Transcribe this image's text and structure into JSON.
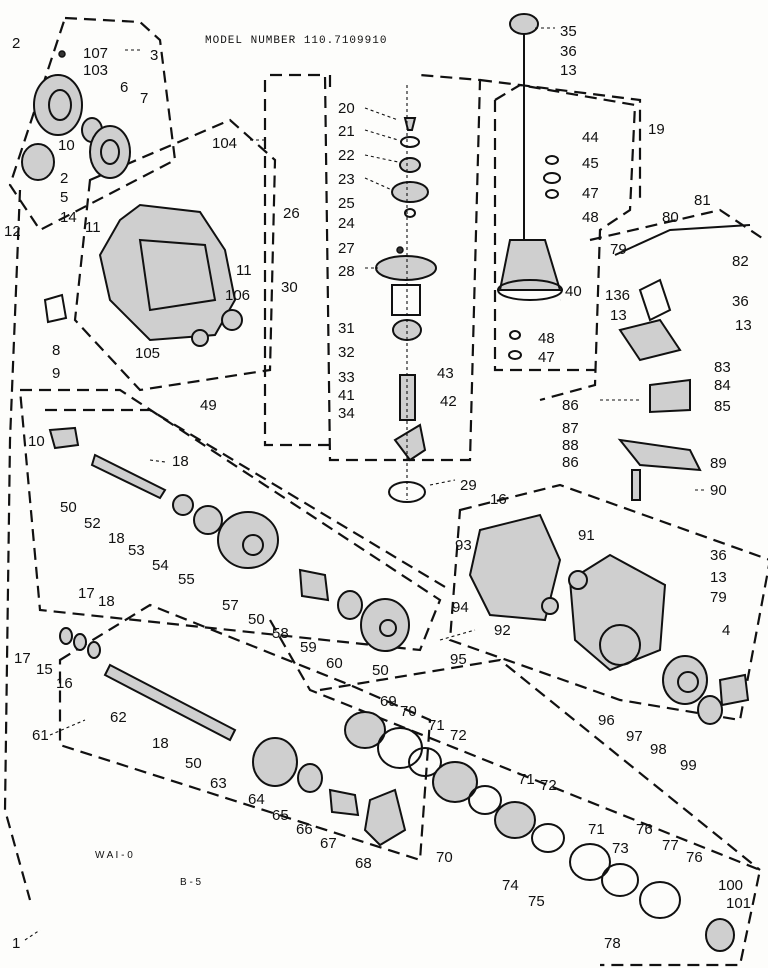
{
  "model_number": "MODEL NUMBER 110.7109910",
  "footer_code": "W A I - 0",
  "footer_page": "B - 5",
  "parts": {
    "p2a": "2",
    "p107": "107",
    "p3": "3",
    "p103": "103",
    "p6": "6",
    "p7": "7",
    "p10a": "10",
    "p2b": "2",
    "p5": "5",
    "p14": "14",
    "p12": "12",
    "p11a": "11",
    "p11b": "11",
    "p106": "106",
    "p105": "105",
    "p8": "8",
    "p9": "9",
    "p104": "104",
    "p26": "26",
    "p30": "30",
    "p20": "20",
    "p21": "21",
    "p22": "22",
    "p23": "23",
    "p25": "25",
    "p24": "24",
    "p27": "27",
    "p28": "28",
    "p31": "31",
    "p32": "32",
    "p33": "33",
    "p41": "41",
    "p34": "34",
    "p43": "43",
    "p42": "42",
    "p29": "29",
    "p35": "35",
    "p36a": "36",
    "p13a": "13",
    "p19": "19",
    "p44": "44",
    "p45": "45",
    "p47a": "47",
    "p48a": "48",
    "p40": "40",
    "p48b": "48",
    "p47b": "47",
    "p81": "81",
    "p80": "80",
    "p79a": "79",
    "p82": "82",
    "p136": "136",
    "p36b": "36",
    "p13b": "13",
    "p13c": "13",
    "p83": "83",
    "p84": "84",
    "p86a": "86",
    "p85": "85",
    "p87": "87",
    "p88": "88",
    "p86b": "86",
    "p89": "89",
    "p90": "90",
    "p49": "49",
    "p10b": "10",
    "p18a": "18",
    "p50a": "50",
    "p52": "52",
    "p18b": "18",
    "p53": "53",
    "p54": "54",
    "p55": "55",
    "p57": "57",
    "p50b": "50",
    "p58": "58",
    "p59": "59",
    "p60": "60",
    "p50c": "50",
    "p16a": "16",
    "p93": "93",
    "p91": "91",
    "p36c": "36",
    "p13d": "13",
    "p79b": "79",
    "p94": "94",
    "p92": "92",
    "p95": "95",
    "p4": "4",
    "p96": "96",
    "p97": "97",
    "p98": "98",
    "p99": "99",
    "p17a": "17",
    "p18c": "18",
    "p17b": "17",
    "p15": "15",
    "p16b": "16",
    "p61": "61",
    "p62": "62",
    "p18d": "18",
    "p50d": "50",
    "p63": "63",
    "p64": "64",
    "p65": "65",
    "p66": "66",
    "p67": "67",
    "p68": "68",
    "p69": "69",
    "p70a": "70",
    "p71a": "71",
    "p72a": "72",
    "p71b": "71",
    "p72b": "72",
    "p70b": "70",
    "p71c": "71",
    "p73": "73",
    "p76a": "76",
    "p77": "77",
    "p76b": "76",
    "p74": "74",
    "p75": "75",
    "p100": "100",
    "p101": "101",
    "p78": "78",
    "p1": "1"
  }
}
